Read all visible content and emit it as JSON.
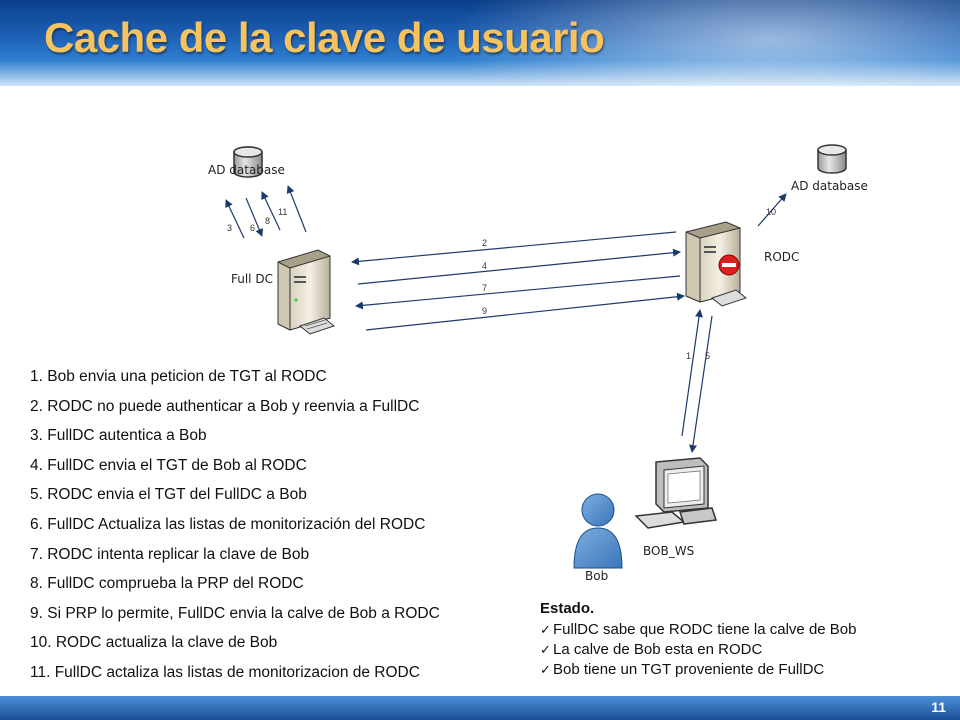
{
  "title": "Cache de la clave de usuario",
  "page_number": "11",
  "diagram": {
    "ad_database_left": "AD database",
    "ad_database_right": "AD database",
    "full_dc": "Full DC",
    "rodc": "RODC",
    "bob_ws": "BOB_WS",
    "bob": "Bob",
    "arrow_labels": {
      "a3": "3",
      "a6": "6",
      "a8": "8",
      "a11": "11",
      "a10": "10",
      "a2": "2",
      "a4": "4",
      "a7": "7",
      "a9": "9",
      "a1": "1",
      "a5": "5"
    }
  },
  "steps": [
    "1. Bob envia una peticion de TGT al RODC",
    "2. RODC no puede authenticar a Bob y reenvia a FullDC",
    "3. FullDC autentica a Bob",
    "4. FullDC envia el TGT de Bob al RODC",
    "5. RODC envia el TGT del FullDC a Bob",
    "6. FullDC Actualiza las listas de monitorización del RODC",
    "7. RODC intenta replicar la clave de Bob",
    "8. FullDC comprueba la PRP del RODC",
    "9. Si PRP lo permite, FullDC envia  la calve de Bob a RODC",
    "10. RODC actualiza la clave de Bob",
    "11. FullDC actaliza las listas de monitorizacion de RODC"
  ],
  "estado": {
    "title": "Estado.",
    "items": [
      "FullDC sabe que RODC tiene la calve de Bob",
      "La calve de Bob esta en RODC",
      "Bob tiene un TGT proveniente de FullDC"
    ]
  }
}
